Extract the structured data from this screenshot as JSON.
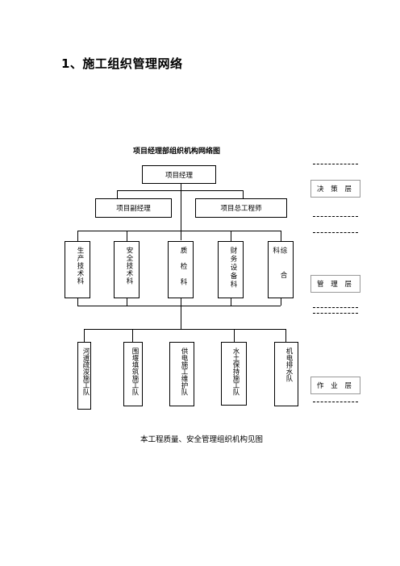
{
  "heading": "1、施工组织管理网络",
  "diagram_title": "项目经理部组织机构网络图",
  "caption": "本工程质量、安全管理组织机构见图",
  "top": "项目经理",
  "second": [
    "项目副经理",
    "项目总工程师"
  ],
  "departments": [
    "生产技术科",
    "安全技术科",
    "质检科",
    "财务设备科",
    "综合科"
  ],
  "teams": [
    "河道疏浚施工队",
    "围堰填筑施工队",
    "供电施工维护队",
    "水土保持施工队",
    "机电排水队"
  ],
  "layers": [
    "决 策 层",
    "管 理 层",
    "作 业 层"
  ]
}
